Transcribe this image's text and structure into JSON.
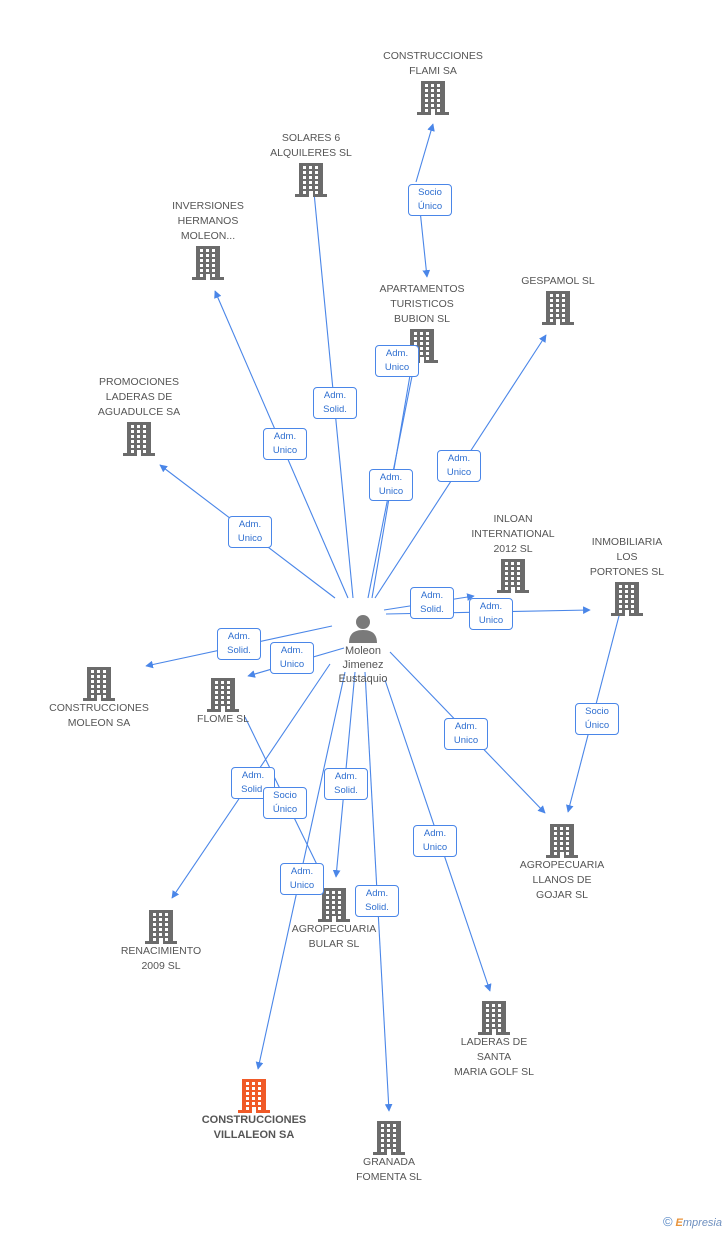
{
  "center": {
    "label": "Moleon\nJimenez\nEustaquio",
    "icon": "person-icon"
  },
  "companies": [
    {
      "id": "flami",
      "label": "CONSTRUCCIONES\nFLAMI SA",
      "highlight": false
    },
    {
      "id": "solares",
      "label": "SOLARES 6\nALQUILERES SL",
      "highlight": false
    },
    {
      "id": "inversiones",
      "label": "INVERSIONES\nHERMANOS\nMOLEON...",
      "highlight": false
    },
    {
      "id": "apartamentos",
      "label": "APARTAMENTOS\nTURISTICOS\nBUBION SL",
      "highlight": false
    },
    {
      "id": "gespamol",
      "label": "GESPAMOL SL",
      "highlight": false
    },
    {
      "id": "promociones",
      "label": "PROMOCIONES\nLADERAS DE\nAGUADULCE SA",
      "highlight": false
    },
    {
      "id": "inloan",
      "label": "INLOAN\nINTERNATIONAL\n2012 SL",
      "highlight": false
    },
    {
      "id": "portones",
      "label": "INMOBILIARIA\nLOS\nPORTONES SL",
      "highlight": false
    },
    {
      "id": "moleonsa",
      "label": "CONSTRUCCIONES\nMOLEON SA",
      "highlight": false
    },
    {
      "id": "flome",
      "label": "FLOME SL",
      "highlight": false
    },
    {
      "id": "llanos",
      "label": "AGROPECUARIA\nLLANOS DE\nGOJAR SL",
      "highlight": false
    },
    {
      "id": "renacimiento",
      "label": "RENACIMIENTO\n2009 SL",
      "highlight": false
    },
    {
      "id": "bular",
      "label": "AGROPECUARIA\nBULAR SL",
      "highlight": false
    },
    {
      "id": "laderas",
      "label": "LADERAS DE\nSANTA\nMARIA GOLF SL",
      "highlight": false
    },
    {
      "id": "villaleon",
      "label": "CONSTRUCCIONES\nVILLALEON SA",
      "highlight": true
    },
    {
      "id": "fomenta",
      "label": "GRANADA\nFOMENTA SL",
      "highlight": false
    }
  ],
  "relations": [
    {
      "label": "Socio\nÚnico"
    },
    {
      "label": "Adm.\nSolid."
    },
    {
      "label": "Adm.\nUnico"
    },
    {
      "label": "Adm.\nUnico"
    },
    {
      "label": "Adm.\nUnico"
    },
    {
      "label": "Adm.\nUnico"
    },
    {
      "label": "Adm.\nUnico"
    },
    {
      "label": "Adm.\nSolid."
    },
    {
      "label": "Adm.\nUnico"
    },
    {
      "label": "Socio\nÚnico"
    },
    {
      "label": "Adm.\nSolid."
    },
    {
      "label": "Adm.\nUnico"
    },
    {
      "label": "Adm.\nUnico"
    },
    {
      "label": "Adm.\nSolid."
    },
    {
      "label": "Socio\nÚnico"
    },
    {
      "label": "Adm.\nSolid."
    },
    {
      "label": "Adm.\nUnico"
    },
    {
      "label": "Adm.\nUnico"
    },
    {
      "label": "Adm.\nSolid."
    }
  ],
  "colors": {
    "edge": "#4a86e8",
    "building": "#6b6b6b",
    "highlight": "#f05a28",
    "person": "#7a7a7a"
  },
  "brand": {
    "copyright": "©",
    "first_letter": "E",
    "rest": "mpresia"
  }
}
